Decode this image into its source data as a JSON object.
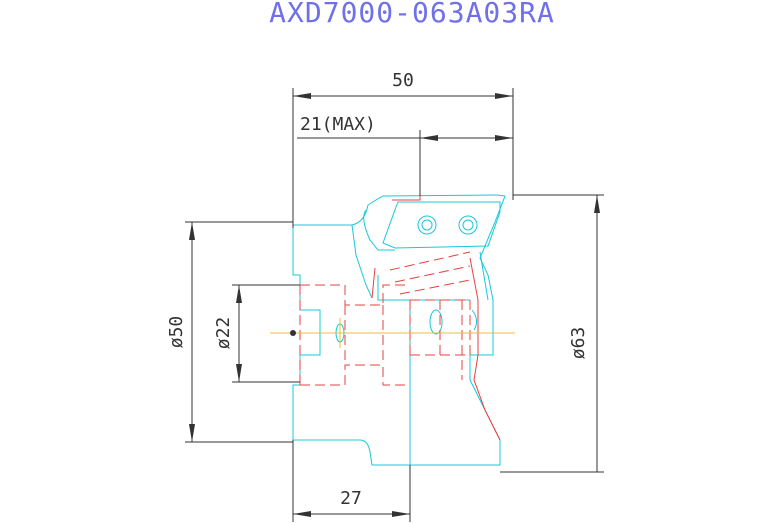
{
  "title": "AXD7000-063A03RA",
  "dimensions": {
    "overall_length": "50",
    "max_depth": "21(MAX)",
    "body_diameter": "ø50",
    "bore_diameter": "ø22",
    "cutting_diameter": "ø63",
    "hub_length": "27"
  },
  "colors": {
    "title": "#7070e8",
    "dimension_lines": "#333333",
    "outline": "#18c8d8",
    "hidden_lines": "#e84040",
    "center_line": "#e8c030"
  }
}
